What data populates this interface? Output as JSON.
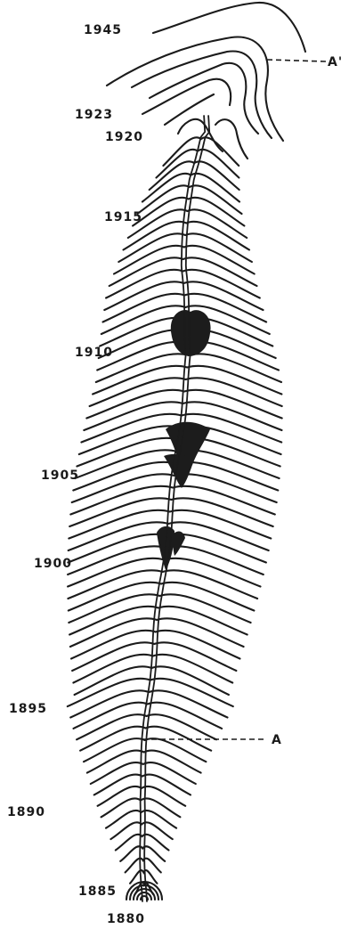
{
  "figure": {
    "year_labels": [
      "1945",
      "1923",
      "1920",
      "1915",
      "1910",
      "1905",
      "1900",
      "1895",
      "1890",
      "1885",
      "1880"
    ],
    "section_markers": [
      "A'",
      "A"
    ]
  }
}
